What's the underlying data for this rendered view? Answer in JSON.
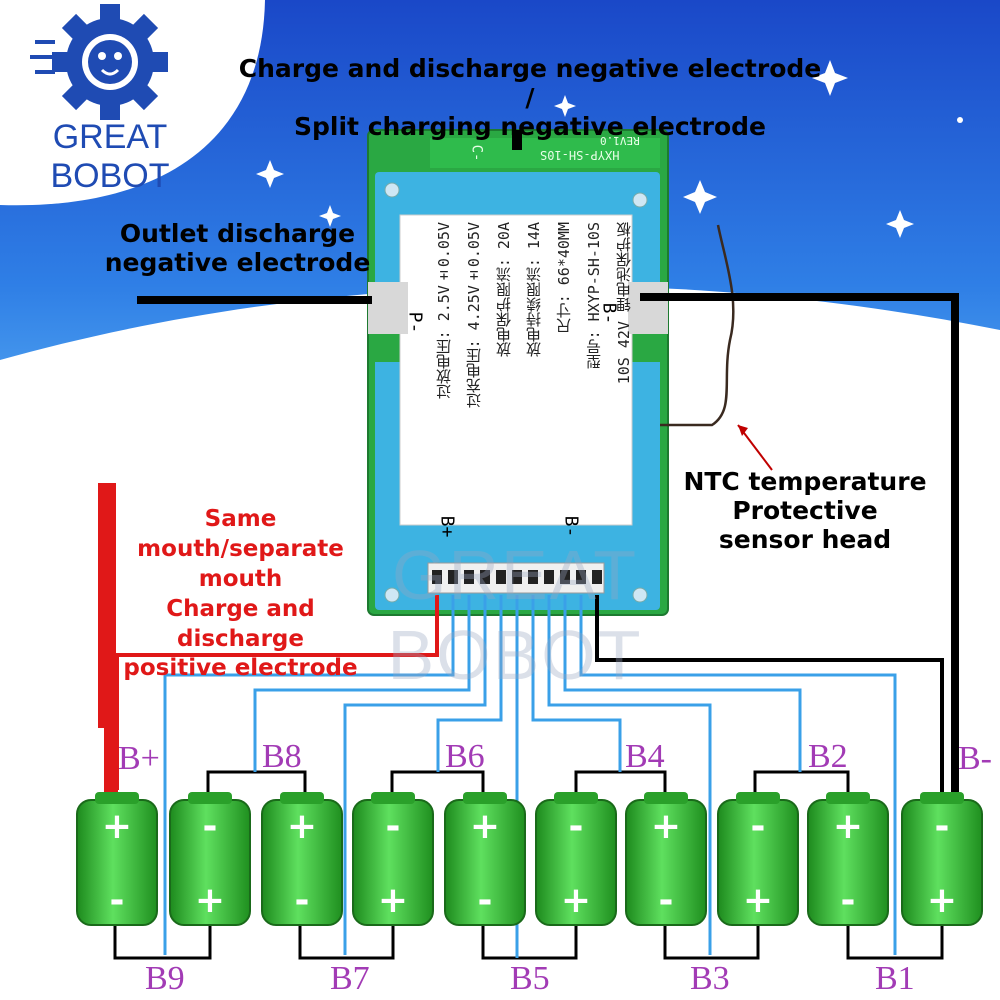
{
  "brand": {
    "name": "GREAT BOBOT",
    "watermark": "GREAT BOBOT"
  },
  "labels": {
    "top_line1": "Charge and discharge negative electrode /",
    "top_line2": "Split charging negative electrode",
    "outlet_line1": "Outlet discharge",
    "outlet_line2": "negative electrode",
    "ntc_line1": "NTC temperature",
    "ntc_line2": "Protective",
    "ntc_line3": "sensor head",
    "positive_line1": "Same mouth/separate",
    "positive_line2": "mouth",
    "positive_line3": "Charge and discharge",
    "positive_line4": "positive electrode"
  },
  "board": {
    "silk_model": "HXYP-SH-10S",
    "silk_rev": "REV1.0",
    "silk_c": "C-",
    "pad_p": "P-",
    "pad_b_minus_top": "B-",
    "pad_b_plus": "B+",
    "pad_b_minus_bottom": "B-",
    "sticker": [
      "10S 42V 锂电池保护板",
      "型号: HXYP-SH-10S",
      "尺寸: 66*40MM",
      "放电持续限流: 14A",
      "放电保护限流: 20A",
      "过充电压: 4.25V±0.05V",
      "过放电压: 2.5V±0.05V"
    ]
  },
  "taps": {
    "b_plus": "B+",
    "b_minus": "B-",
    "b8": "B8",
    "b6": "B6",
    "b4": "B4",
    "b2": "B2",
    "b9": "B9",
    "b7": "B7",
    "b5": "B5",
    "b3": "B3",
    "b1": "B1"
  },
  "cells": [
    {
      "top": "+",
      "bottom": "-"
    },
    {
      "top": "-",
      "bottom": "+"
    },
    {
      "top": "+",
      "bottom": "-"
    },
    {
      "top": "-",
      "bottom": "+"
    },
    {
      "top": "+",
      "bottom": "-"
    },
    {
      "top": "-",
      "bottom": "+"
    },
    {
      "top": "+",
      "bottom": "-"
    },
    {
      "top": "-",
      "bottom": "+"
    },
    {
      "top": "+",
      "bottom": "-"
    },
    {
      "top": "-",
      "bottom": "+"
    }
  ],
  "colors": {
    "sky_top": "#1a4fd0",
    "sky_bottom": "#5fb0f5",
    "board_green": "#2db34a",
    "board_blue": "#3fb0e0",
    "wire_black": "#000000",
    "wire_red": "#e01818",
    "wire_blue": "#3aa0e8",
    "cell_green": "#3cc83c",
    "label_red": "#e01818",
    "tap_purple": "#a23bb5"
  }
}
